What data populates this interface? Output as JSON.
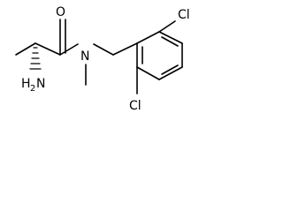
{
  "molecule": {
    "atoms": {
      "oxygen": "O",
      "nitrogen_amide": "N",
      "amine_h": "H",
      "amine_sub": "2",
      "amine_n": "N",
      "chlorine_top": "Cl",
      "chlorine_bottom": "Cl"
    }
  }
}
